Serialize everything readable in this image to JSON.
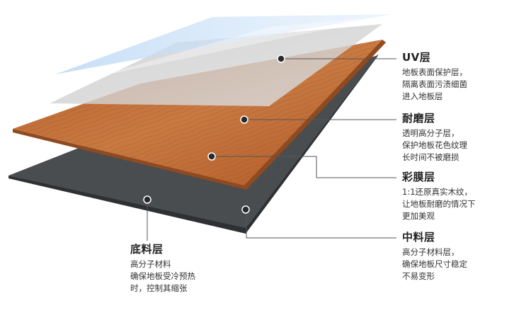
{
  "layers": [
    {
      "id": "uv",
      "title": "UV层",
      "lines": [
        "地板表面保护层，",
        "隔离表面污渍细菌",
        "进入地板层"
      ]
    },
    {
      "id": "wear",
      "title": "耐磨层",
      "lines": [
        "透明高分子层，",
        "保护地板花色纹理",
        "长时间不被磨损"
      ]
    },
    {
      "id": "film",
      "title": "彩膜层",
      "lines": [
        "1:1还原真实木纹，",
        "让地板耐磨的情况下",
        "更加美观"
      ]
    },
    {
      "id": "middle",
      "title": "中料层",
      "lines": [
        "高分子材料层，",
        "确保地板尺寸稳定",
        "不易变形"
      ]
    },
    {
      "id": "base",
      "title": "底料层",
      "lines": [
        "高分子材料",
        "确保地板受冷预热",
        "时，控制其缩张"
      ]
    }
  ],
  "colors": {
    "uv": "#cfe3f7",
    "wood": "#c06a34",
    "base": "#4a4d50",
    "dot": "#2a2a2a"
  }
}
